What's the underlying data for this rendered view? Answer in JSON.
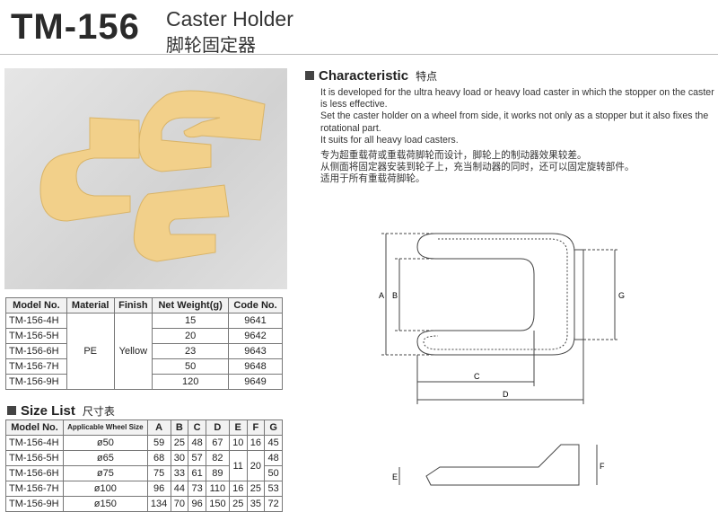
{
  "header": {
    "model": "TM-156",
    "title_en": "Caster Holder",
    "title_cn": "脚轮固定器"
  },
  "characteristic": {
    "heading": "Characteristic",
    "heading_cn": "特点",
    "en": [
      "It is developed for the ultra heavy load or heavy load caster in which the stopper on the caster is less effective.",
      "Set the caster holder on a wheel from side, it works not only as a stopper but it also fixes the rotational part.",
      "It suits for all heavy load casters."
    ],
    "cn": [
      "专为超重载荷或重载荷脚轮而设计，脚轮上的制动器效果较差。",
      "从侧面将固定器安装到轮子上，充当制动器的同时，还可以固定旋转部件。",
      "适用于所有重载荷脚轮。"
    ]
  },
  "spec_table": {
    "headers": [
      "Model No.",
      "Material",
      "Finish",
      "Net Weight(g)",
      "Code No."
    ],
    "material": "PE",
    "finish": "Yellow",
    "rows": [
      [
        "TM-156-4H",
        "15",
        "9641"
      ],
      [
        "TM-156-5H",
        "20",
        "9642"
      ],
      [
        "TM-156-6H",
        "23",
        "9643"
      ],
      [
        "TM-156-7H",
        "50",
        "9648"
      ],
      [
        "TM-156-9H",
        "120",
        "9649"
      ]
    ]
  },
  "size_list": {
    "heading": "Size List",
    "heading_cn": "尺寸表",
    "headers": [
      "Model No.",
      "Applicable Wheel Size",
      "A",
      "B",
      "C",
      "D",
      "E",
      "F",
      "G"
    ],
    "rows": [
      [
        "TM-156-4H",
        "ø50",
        "59",
        "25",
        "48",
        "67",
        "10",
        "16",
        "45"
      ],
      [
        "TM-156-5H",
        "ø65",
        "68",
        "30",
        "57",
        "82",
        "11",
        "20",
        "48"
      ],
      [
        "TM-156-6H",
        "ø75",
        "75",
        "33",
        "61",
        "89",
        "",
        "",
        "50"
      ],
      [
        "TM-156-7H",
        "ø100",
        "96",
        "44",
        "73",
        "110",
        "16",
        "25",
        "53"
      ],
      [
        "TM-156-9H",
        "ø150",
        "134",
        "70",
        "96",
        "150",
        "25",
        "35",
        "72"
      ]
    ]
  },
  "drawing": {
    "labels": [
      "A",
      "B",
      "C",
      "D",
      "G",
      "E",
      "F"
    ]
  },
  "colors": {
    "product": "#f3d38a",
    "accent": "#444444"
  }
}
